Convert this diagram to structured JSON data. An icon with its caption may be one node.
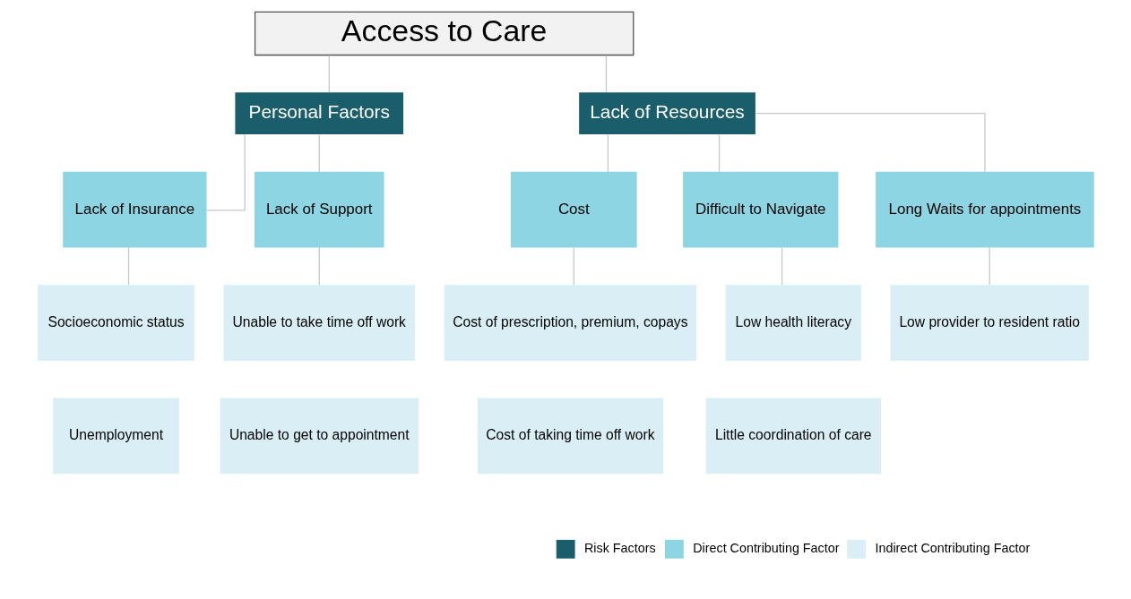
{
  "diagram": {
    "nodes": [
      {
        "text": [
          "Access to Care"
        ]
      },
      {
        "text": [
          "Personal Factors"
        ]
      },
      {
        "text": [
          "Lack of Resources"
        ]
      },
      {
        "text": [
          "Lack of Insurance"
        ]
      },
      {
        "text": [
          "Lack of Support"
        ]
      },
      {
        "text": [
          "Cost"
        ]
      },
      {
        "text": [
          "Difficult to Navigate"
        ]
      },
      {
        "text": [
          "Long Waits for appointments"
        ]
      },
      {
        "text": [
          "Socioeconomic status"
        ]
      },
      {
        "text": [
          "Unable to take time off work"
        ]
      },
      {
        "text": [
          "Cost of prescription, premium, copays"
        ]
      },
      {
        "text": [
          "Low health literacy"
        ]
      },
      {
        "text": [
          "Low provider to resident ratio"
        ]
      },
      {
        "text": [
          "Unemployment"
        ]
      },
      {
        "text": [
          "Unable to get to appointment"
        ]
      },
      {
        "text": [
          "Cost of taking time off work"
        ]
      },
      {
        "text": [
          "Little coordination of care"
        ]
      }
    ],
    "edges": [
      {
        "from": 0,
        "to": 1,
        "arrow": "none"
      },
      {
        "from": 0,
        "to": 2,
        "arrow": "none"
      },
      {
        "from": 1,
        "to": 3,
        "arrow": "none"
      },
      {
        "from": 1,
        "to": 4,
        "arrow": "none"
      },
      {
        "from": 2,
        "to": 5,
        "arrow": "none"
      },
      {
        "from": 2,
        "to": 6,
        "arrow": "none"
      },
      {
        "from": 2,
        "to": 7,
        "arrow": "none"
      },
      {
        "from": 3,
        "to": 8,
        "arrow": "none"
      },
      {
        "from": 4,
        "to": 9,
        "arrow": "none"
      },
      {
        "from": 5,
        "to": 10,
        "arrow": "none"
      },
      {
        "from": 6,
        "to": 11,
        "arrow": "none"
      },
      {
        "from": 7,
        "to": 12,
        "arrow": "none"
      }
    ],
    "legend": [
      {
        "text": "Risk Factors",
        "color": "#1b5e6b"
      },
      {
        "text": "Direct Contributing Factor",
        "color": "#8dd5e2"
      },
      {
        "text": "Indirect Contributing Factor",
        "color": "#d9eff5"
      }
    ]
  }
}
